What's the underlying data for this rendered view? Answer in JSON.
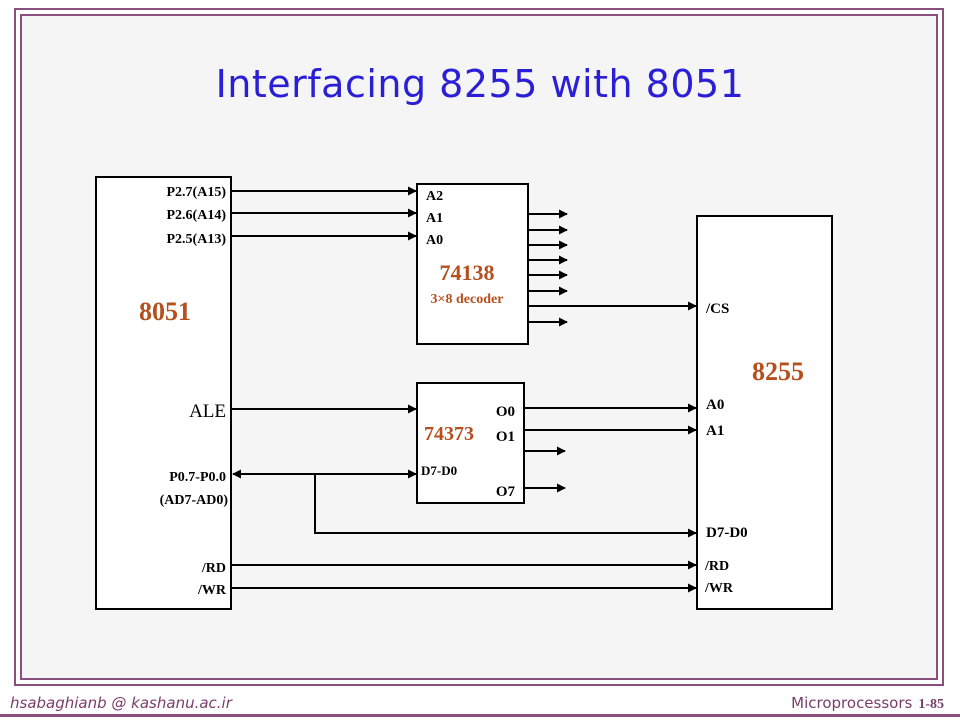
{
  "title": "Interfacing 8255 with 8051",
  "footer": {
    "email": "hsabaghianb @ kashanu.ac.ir",
    "course": "Microprocessors",
    "page": "1-85"
  },
  "colors": {
    "title": "#2a1fd6",
    "accent": "#b5501e",
    "frame": "#8a4f7d"
  },
  "chip_8051": {
    "name": "8051",
    "pins": {
      "p27": "P2.7(A15)",
      "p26": "P2.6(A14)",
      "p25": "P2.5(A13)",
      "ale": "ALE",
      "port0": "P0.7-P0.0",
      "port0_alt": "(AD7-AD0)",
      "rd": "/RD",
      "wr": "/WR"
    }
  },
  "chip_74138": {
    "name": "74138",
    "subtitle": "3×8 decoder",
    "pins": {
      "a2": "A2",
      "a1": "A1",
      "a0": "A0"
    }
  },
  "chip_74373": {
    "name": "74373",
    "pins": {
      "o0": "O0",
      "o1": "O1",
      "o7": "O7",
      "d": "D7-D0"
    }
  },
  "chip_8255": {
    "name": "8255",
    "pins": {
      "cs": "/CS",
      "a0": "A0",
      "a1": "A1",
      "d": "D7-D0",
      "rd": "/RD",
      "wr": "/WR"
    }
  }
}
